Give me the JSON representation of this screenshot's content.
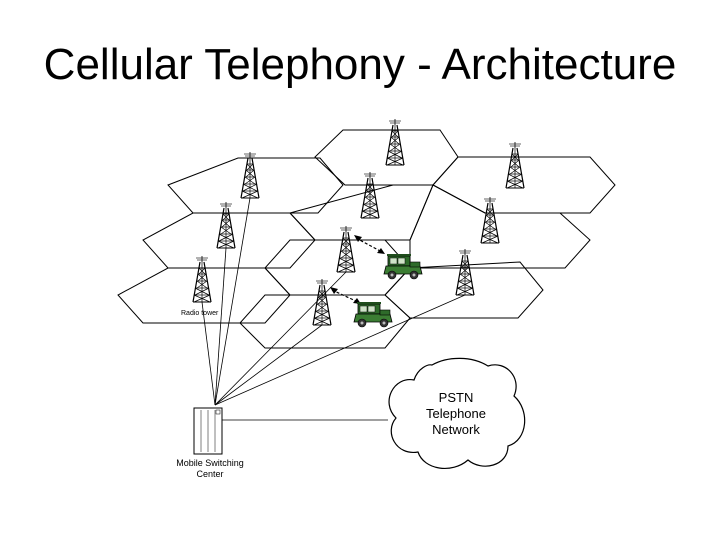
{
  "slide": {
    "title": "Cellular Telephony - Architecture"
  },
  "diagram": {
    "radio_tower_label": "Radio tower",
    "msc_label_line1": "Mobile Switching",
    "msc_label_line2": "Center",
    "pstn_line1": "PSTN",
    "pstn_line2": "Telephone",
    "pstn_line3": "Network"
  },
  "colors": {
    "car_body": "#2e6b2a",
    "line": "#000000"
  }
}
